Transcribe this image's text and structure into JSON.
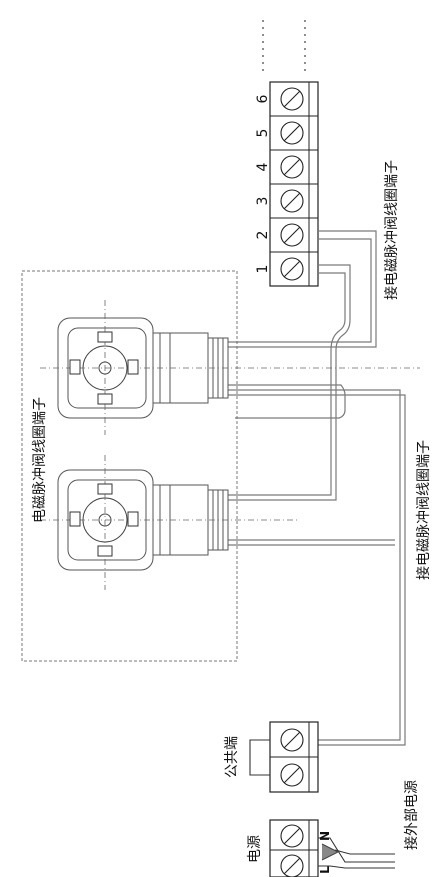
{
  "terminals": {
    "numbers": [
      "1",
      "2",
      "3",
      "4",
      "5",
      "6"
    ],
    "ellipsis": "......"
  },
  "labels": {
    "coil_terminal_top": "接电磁脉冲阀线圈端子",
    "coil_box": "电磁脉冲阀线圈端子",
    "coil_terminal_mid": "接电磁脉冲阀线圈端子",
    "common": "公共端",
    "power": "电源",
    "external_power": "接外部电源",
    "L": "L",
    "N": "N"
  }
}
